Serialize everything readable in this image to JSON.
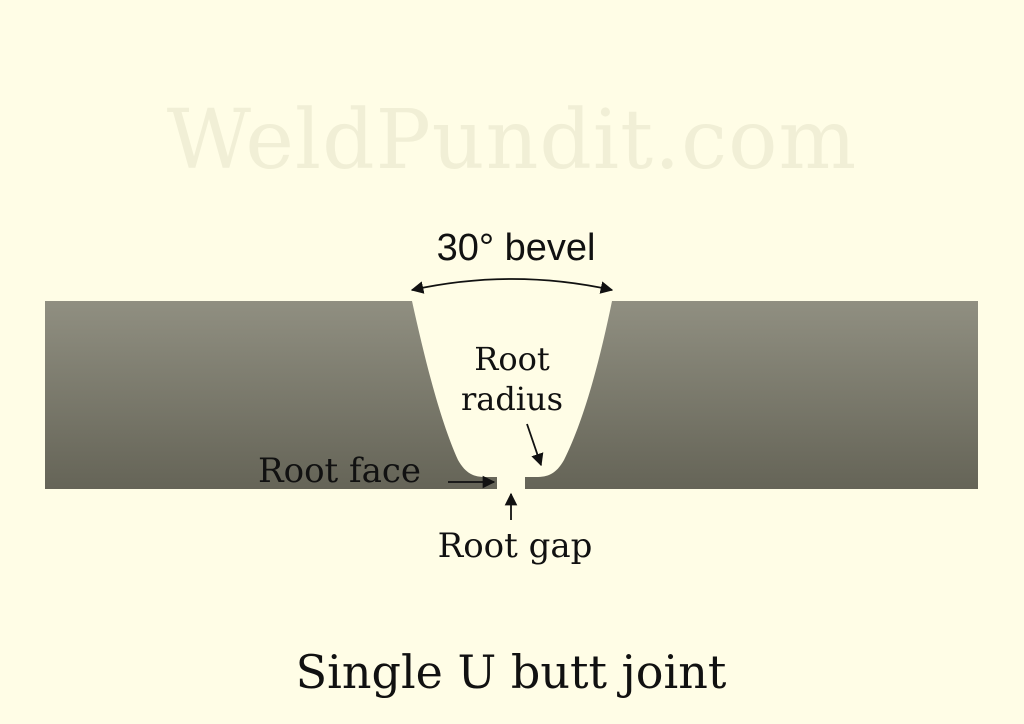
{
  "watermark": "WeldPundit.com",
  "title": "Single U butt joint",
  "labels": {
    "bevel": "30° bevel",
    "root_radius_line1": "Root",
    "root_radius_line2": "radius",
    "root_face": "Root face",
    "root_gap": "Root gap"
  },
  "colors": {
    "background": "#fffde6",
    "plate_top": "#908f81",
    "plate_bottom": "#656457",
    "text": "#111111",
    "watermark": "#f1efd6"
  }
}
